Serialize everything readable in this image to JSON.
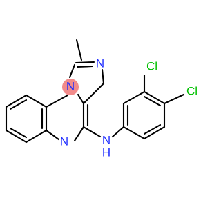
{
  "colors": {
    "background": "#ffffff",
    "bond": "#000000",
    "nitrogen": "#2230ff",
    "chlorine": "#00c000",
    "nitrogen_highlight": "#f28b8b"
  },
  "atoms": {
    "n_imidazole": "N",
    "n_bridgehead": "N",
    "n_quinoxaline": "N",
    "n_amine": "N",
    "h_amine": "H",
    "cl_meta": "Cl",
    "cl_para": "Cl"
  }
}
